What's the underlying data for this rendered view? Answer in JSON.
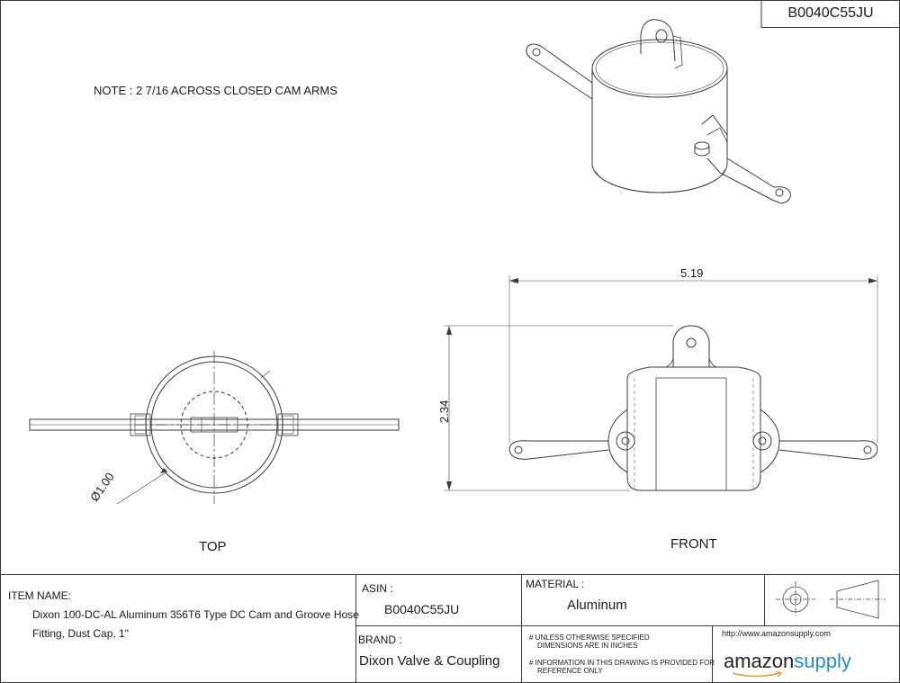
{
  "header": {
    "part_number": "B0040C55JU"
  },
  "note": "NOTE :  2  7/16 ACROSS CLOSED CAM ARMS",
  "views": {
    "top": {
      "label": "TOP",
      "diameter_label": "Ø1.00"
    },
    "front": {
      "label": "FRONT",
      "width_label": "5.19",
      "height_label": "2.34"
    }
  },
  "title_block": {
    "item_name_label": "ITEM NAME:",
    "item_name_line1": "Dixon 100-DC-AL Aluminum 356T6 Type DC Cam and Groove Hose",
    "item_name_line2": "Fitting, Dust Cap, 1\"",
    "asin_label": "ASIN :",
    "asin_value": "B0040C55JU",
    "material_label": "MATERIAL :",
    "material_value": "Aluminum",
    "brand_label": "BRAND :",
    "brand_value": "Dixon Valve & Coupling",
    "note1_line1": "# UNLESS OTHERWISE SPECIFIED",
    "note1_line2": "DIMENSIONS ARE IN INCHES",
    "note2_line1": "# INFORMATION IN THIS DRAWING IS PROVIDED FOR",
    "note2_line2": "REFERENCE ONLY",
    "url": "http://www.amazonsupply.com",
    "logo_part1": "amazon",
    "logo_part2": "supply"
  },
  "colors": {
    "line": "#3a3a3a",
    "logo_dark": "#222222",
    "logo_accent": "#1f8fcf"
  }
}
